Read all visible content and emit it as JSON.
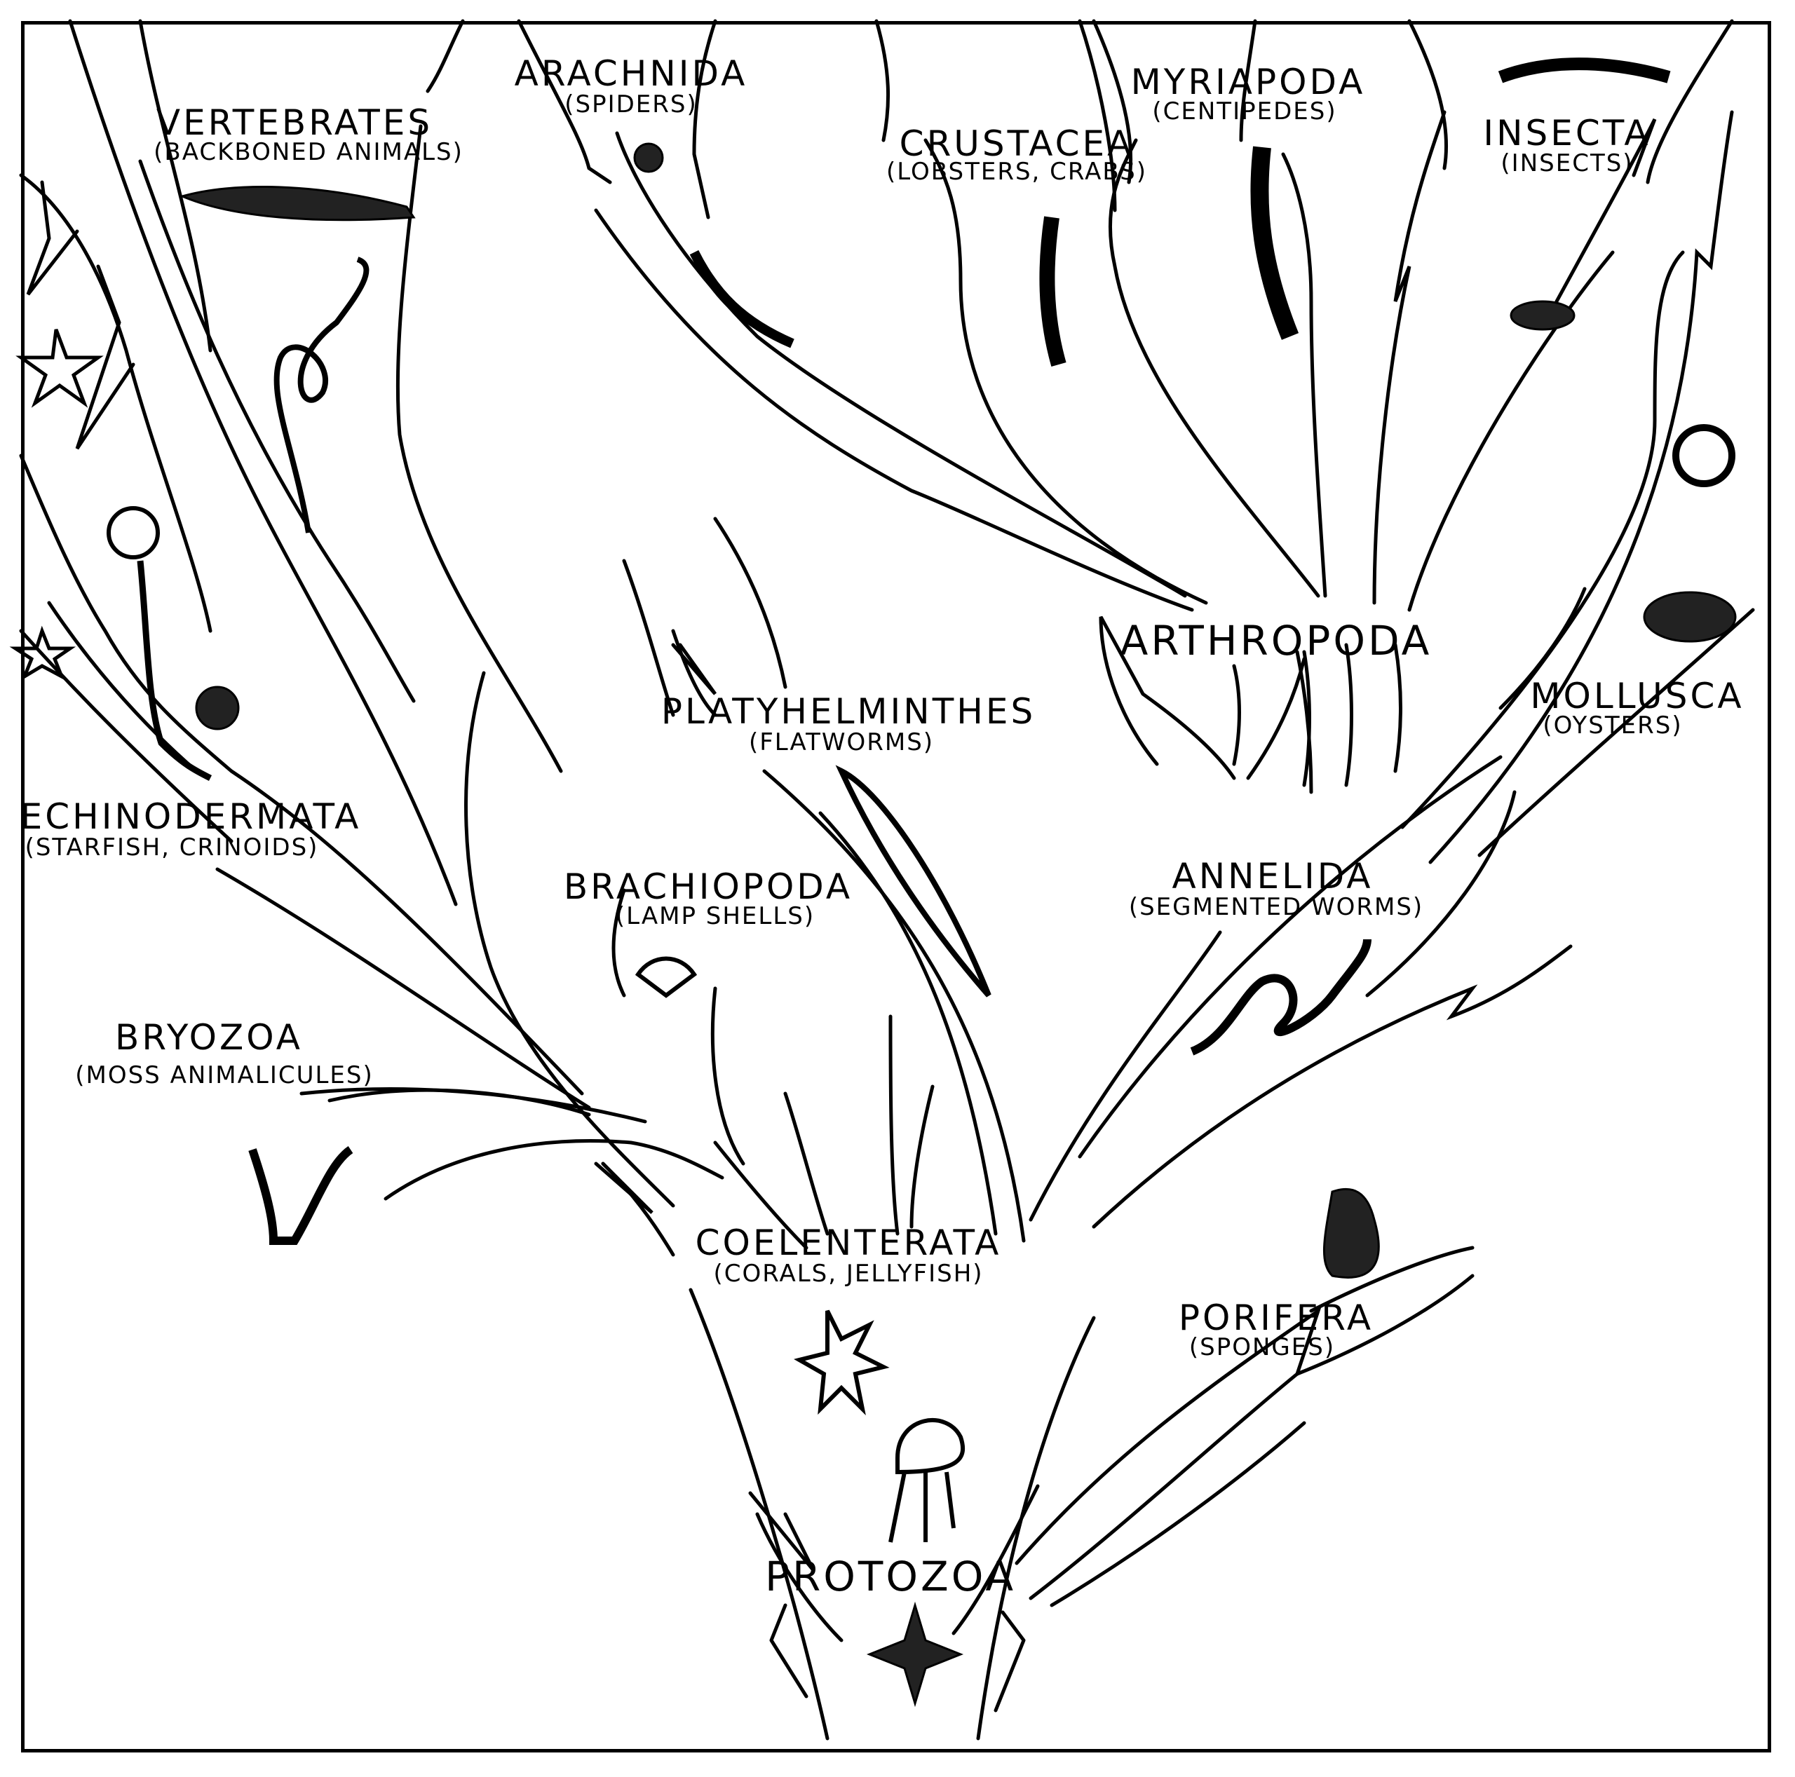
{
  "diagram": {
    "groups": [
      {
        "id": "vertebrates",
        "name": "VERTEBRATES",
        "common": "(BACKBONED ANIMALS)"
      },
      {
        "id": "arachnida",
        "name": "ARACHNIDA",
        "common": "(SPIDERS)"
      },
      {
        "id": "crustacea",
        "name": "CRUSTACEA",
        "common": "(LOBSTERS, CRABS)"
      },
      {
        "id": "myriapoda",
        "name": "MYRIAPODA",
        "common": "(CENTIPEDES)"
      },
      {
        "id": "insecta",
        "name": "INSECTA",
        "common": "(INSECTS)"
      },
      {
        "id": "arthropoda",
        "name": "ARTHROPODA",
        "common": ""
      },
      {
        "id": "mollusca",
        "name": "MOLLUSCA",
        "common": "(OYSTERS)"
      },
      {
        "id": "platyhelminthes",
        "name": "PLATYHELMINTHES",
        "common": "(FLATWORMS)"
      },
      {
        "id": "echinodermata",
        "name": "ECHINODERMATA",
        "common": "(STARFISH, CRINOIDS)"
      },
      {
        "id": "brachiopoda",
        "name": "BRACHIOPODA",
        "common": "(LAMP SHELLS)"
      },
      {
        "id": "annelida",
        "name": "ANNELIDA",
        "common": "(SEGMENTED WORMS)"
      },
      {
        "id": "bryozoa",
        "name": "BRYOZOA",
        "common": "(MOSS ANIMALICULES)"
      },
      {
        "id": "coelenterata",
        "name": "COELENTERATA",
        "common": "(CORALS, JELLYFISH)"
      },
      {
        "id": "porifera",
        "name": "PORIFERA",
        "common": "(SPONGES)"
      },
      {
        "id": "protozoa",
        "name": "PROTOZOA",
        "common": ""
      }
    ]
  },
  "colors": {
    "ink": "#000000",
    "paper": "#ffffff"
  }
}
